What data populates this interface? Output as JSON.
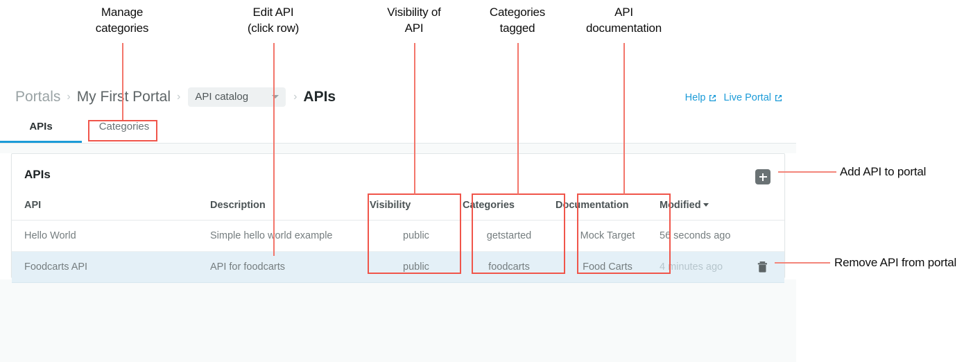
{
  "annotations": [
    {
      "name": "manage-categories",
      "text": "Manage\ncategories"
    },
    {
      "name": "edit-api",
      "text": "Edit API\n(click row)"
    },
    {
      "name": "visibility-of-api",
      "text": "Visibility of\nAPI"
    },
    {
      "name": "categories-tagged",
      "text": "Categories\ntagged"
    },
    {
      "name": "api-documentation",
      "text": "API\ndocumentation"
    },
    {
      "name": "add-api-to-portal",
      "text": "Add API to portal"
    },
    {
      "name": "remove-api-from-portal",
      "text": "Remove API from portal"
    }
  ],
  "colors": {
    "annotation_line": "#f3756a",
    "annotation_box": "#f0554a",
    "accent_blue": "#1b9bd8",
    "row_highlight": "#e4f0f7",
    "page_background": "#f8fafa",
    "add_button": "#6a7274"
  },
  "breadcrumb": {
    "items": [
      {
        "label": "Portals",
        "type": "link"
      },
      {
        "label": "My First Portal",
        "type": "link"
      },
      {
        "label": "API catalog",
        "type": "select"
      },
      {
        "label": "APIs",
        "type": "current"
      }
    ],
    "separator": "›"
  },
  "header_links": [
    {
      "label": "Help",
      "icon": "external-link-icon"
    },
    {
      "label": "Live Portal",
      "icon": "external-link-icon"
    }
  ],
  "tabs": [
    {
      "label": "APIs",
      "active": true
    },
    {
      "label": "Categories",
      "active": false
    }
  ],
  "card": {
    "title": "APIs",
    "add_button_icon": "plus-icon",
    "delete_row_icon": "trash-icon"
  },
  "table": {
    "columns": [
      {
        "key": "api",
        "label": "API"
      },
      {
        "key": "desc",
        "label": "Description"
      },
      {
        "key": "vis",
        "label": "Visibility"
      },
      {
        "key": "cat",
        "label": "Categories"
      },
      {
        "key": "doc",
        "label": "Documentation"
      },
      {
        "key": "mod",
        "label": "Modified",
        "sort": "desc",
        "sort_glyph": "▾"
      }
    ],
    "rows": [
      {
        "api": "Hello World",
        "desc": "Simple hello world example",
        "vis": "public",
        "cat": "getstarted",
        "doc": "Mock Target",
        "mod": "56 seconds ago",
        "highlighted": false
      },
      {
        "api": "Foodcarts API",
        "desc": "API for foodcarts",
        "vis": "public",
        "cat": "foodcarts",
        "doc": "Food Carts",
        "mod": "4 minutes ago",
        "highlighted": true
      }
    ]
  }
}
